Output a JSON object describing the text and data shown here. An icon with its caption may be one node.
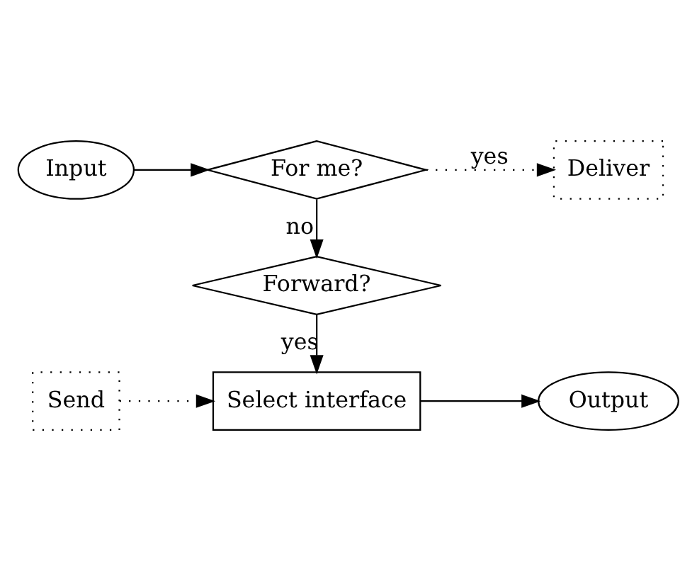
{
  "diagram": {
    "nodes": [
      {
        "text": [
          "Input"
        ]
      },
      {
        "text": [
          "For me?"
        ]
      },
      {
        "text": [
          "Deliver"
        ]
      },
      {
        "text": [
          "Forward?"
        ]
      },
      {
        "text": [
          "Send"
        ]
      },
      {
        "text": [
          "Select interface"
        ]
      },
      {
        "text": [
          "Output"
        ]
      }
    ],
    "edges": [
      {
        "from": 0,
        "to": 1,
        "arrow": "to"
      },
      {
        "from": 1,
        "to": 2,
        "arrow": "to",
        "label": "yes",
        "style": "dashed"
      },
      {
        "from": 1,
        "to": 3,
        "arrow": "to",
        "label": "no"
      },
      {
        "from": 3,
        "to": 5,
        "arrow": "to",
        "label": "yes"
      },
      {
        "from": 4,
        "to": 5,
        "arrow": "to",
        "style": "dashed"
      },
      {
        "from": 5,
        "to": 6,
        "arrow": "to"
      }
    ]
  }
}
